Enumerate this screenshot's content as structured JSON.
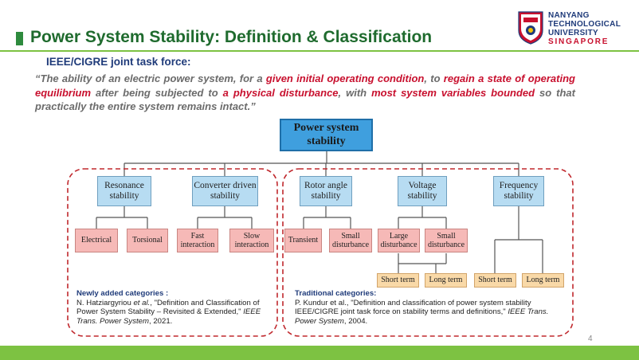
{
  "slide": {
    "title": "Power System Stability: Definition & Classification",
    "subtitle": "IEEE/CIGRE joint task force:",
    "page_number": "4"
  },
  "logo": {
    "line1": "NANYANG",
    "line2": "TECHNOLOGICAL",
    "line3": "UNIVERSITY",
    "line4": "SINGAPORE"
  },
  "quote": {
    "parts": [
      {
        "text": "“The ability of an electric power system, for a ",
        "highlight": false
      },
      {
        "text": "given initial operating condition",
        "highlight": true
      },
      {
        "text": ", to ",
        "highlight": false
      },
      {
        "text": "regain a state of operating equilibrium",
        "highlight": true
      },
      {
        "text": " after being subjected to ",
        "highlight": false
      },
      {
        "text": "a physical disturbance",
        "highlight": true
      },
      {
        "text": ", with ",
        "highlight": false
      },
      {
        "text": "most system variables bounded",
        "highlight": true
      },
      {
        "text": " so that practically the entire system remains intact.”",
        "highlight": false
      }
    ]
  },
  "diagram": {
    "root": "Power system stability",
    "resonance": "Resonance stability",
    "converter": "Converter driven stability",
    "electrical": "Electrical",
    "torsional": "Torsional",
    "fast_interaction": "Fast interaction",
    "slow_interaction": "Slow interaction",
    "rotor_angle": "Rotor angle stability",
    "voltage": "Voltage stability",
    "frequency": "Frequency stability",
    "transient": "Transient",
    "rotor_small": "Small disturbance",
    "large_disturbance": "Large disturbance",
    "voltage_small": "Small disturbance",
    "short_term_1": "Short term",
    "long_term_1": "Long term",
    "short_term_2": "Short term",
    "long_term_2": "Long term"
  },
  "references": {
    "new": {
      "heading": "Newly added categories :",
      "authors_pre": "N. Hatziargyriou ",
      "authors_etal": "et al.",
      "body": ", \"Definition and Classification of Power System Stability – Revisited & Extended,\" ",
      "journal": "IEEE Trans. Power System",
      "year": ", 2021."
    },
    "traditional": {
      "heading": "Traditional categories:",
      "body": "P. Kundur et al., \"Definition and classification of power system stability IEEE/CIGRE joint task force on stability terms and definitions,\" ",
      "journal": "IEEE Trans. Power System",
      "year": ", 2004."
    }
  },
  "colors": {
    "title_green": "#1f6b2e",
    "accent_green": "#7dc242",
    "highlight_red": "#c8102e",
    "root_blue": "#3f9fde",
    "node_blue": "#b7dcf2",
    "node_pink": "#f6b9b7",
    "node_orange": "#f9d9a8",
    "dashed_border": "#c0282d"
  }
}
